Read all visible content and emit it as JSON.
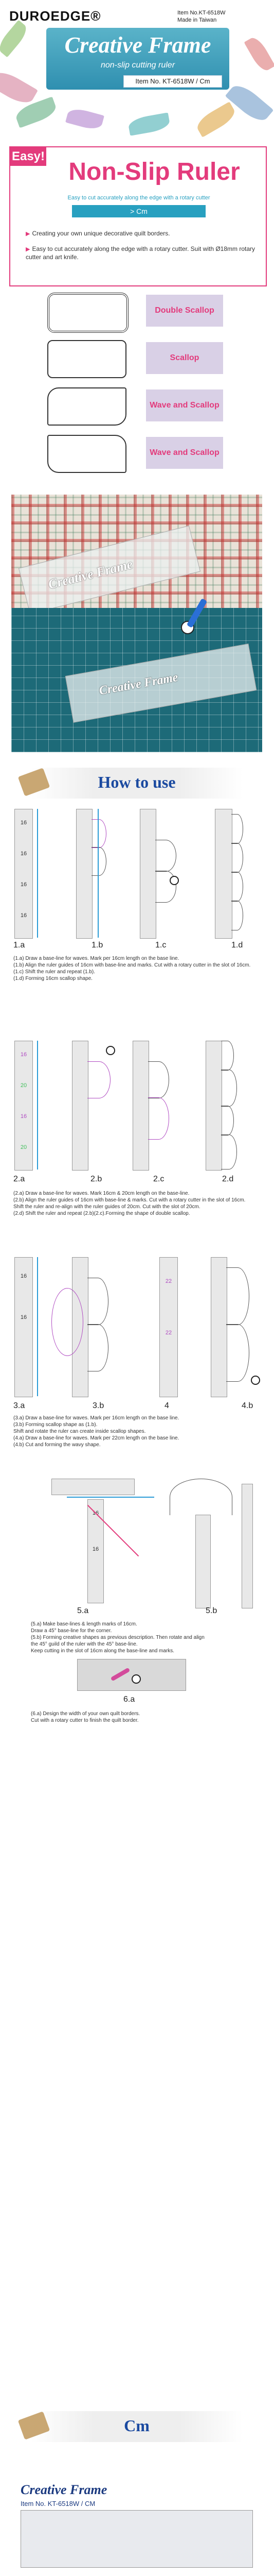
{
  "header": {
    "brand": "DUROEDGE®",
    "item_no": "Item No.KT-6518W",
    "made_in": "Made in Taiwan",
    "banner_title": "Creative Frame",
    "banner_sub": "non-slip cutting ruler",
    "banner_item": "Item No. KT-6518W / Cm"
  },
  "easy": {
    "tag": "Easy!",
    "title": "Non-Slip Ruler",
    "line": "Easy to cut accurately along the edge with a rotary cutter",
    "cm": "> Cm",
    "bullets": [
      "Creating your own unique decorative quilt borders.",
      "Easy to cut accurately along the edge with a rotary cutter. Suit with Ø18mm rotary cutter and art knife."
    ]
  },
  "shapes": [
    "Double Scallop",
    "Scallop",
    "Wave and Scallop",
    "Wave and Scallop"
  ],
  "photo": {
    "ruler_text_1": "Creative Frame",
    "ruler_text_2": "Creative Frame"
  },
  "howto": {
    "title": "How to use"
  },
  "step1": {
    "labels": [
      "1.a",
      "1.b",
      "1.c",
      "1.d"
    ],
    "nums": [
      "16",
      "16",
      "16",
      "16"
    ],
    "desc": [
      "(1.a) Draw a base-line for waves. Mark per 16cm length on the base line.",
      "(1.b) Align the ruler guides of 16cm with base-line and marks. Cut with a rotary cutter in the slot of 16cm.",
      "(1.c) Shift the ruler and repeat (1.b).",
      "(1.d) Forming 16cm scallop shape."
    ]
  },
  "step2": {
    "labels": [
      "2.a",
      "2.b",
      "2.c",
      "2.d"
    ],
    "nums": [
      "16",
      "20",
      "16",
      "20"
    ],
    "desc": [
      "(2.a) Draw a base-line for waves. Mark 16cm & 20cm length on the base-line.",
      "(2.b) Align the ruler guides of 16cm with base-line & marks. Cut with a rotary cutter in the slot of 16cm.",
      "Shift the ruler and re-align with the ruler guides of 20cm. Cut with the slot of 20cm.",
      "(2.d) Shift the ruler and repeat (2.b)(2.c).Forming the shape of double scallop."
    ]
  },
  "step3": {
    "labels": [
      "3.a",
      "3.b",
      "4",
      "4.b"
    ],
    "nums": [
      "16",
      "16",
      "22",
      "22"
    ],
    "desc": [
      "(3.a) Draw a base-line for waves. Mark per 16cm length on the base line.",
      "(3.b) Forming scallop shape as (1.b).",
      "Shift and rotate the ruler can create inside scallop shapes.",
      "(4.a) Draw a base-line for waves. Mark per 22cm length on the base line.",
      "(4.b) Cut and forming the wavy shape."
    ]
  },
  "step5": {
    "labels": [
      "5.a",
      "5.b",
      "6.a"
    ],
    "nums": [
      "16",
      "16"
    ],
    "desc": [
      "(5.a) Make base-lines & length marks of 16cm.",
      "Draw a 45° base-line for the corner.",
      "(5.b) Forming creative shapes as previous description. Then rotate and align",
      "the 45° guild of the ruler with the 45° base-line.",
      "Keep cutting in the slot of 16cm along the base-line and marks."
    ],
    "desc6": [
      "(6.a) Design the width of your own quilt borders.",
      "Cut with a rotary cutter to finish the quilt border."
    ]
  },
  "final": {
    "cm": "Cm",
    "title": "Creative Frame",
    "item": "Item No. KT-6518W / CM"
  },
  "colors": {
    "accent": "#e33b7c",
    "blue": "#2a9bd6",
    "green": "#3fbf5a",
    "purple": "#b04bc2",
    "navy": "#1b4aa0"
  }
}
